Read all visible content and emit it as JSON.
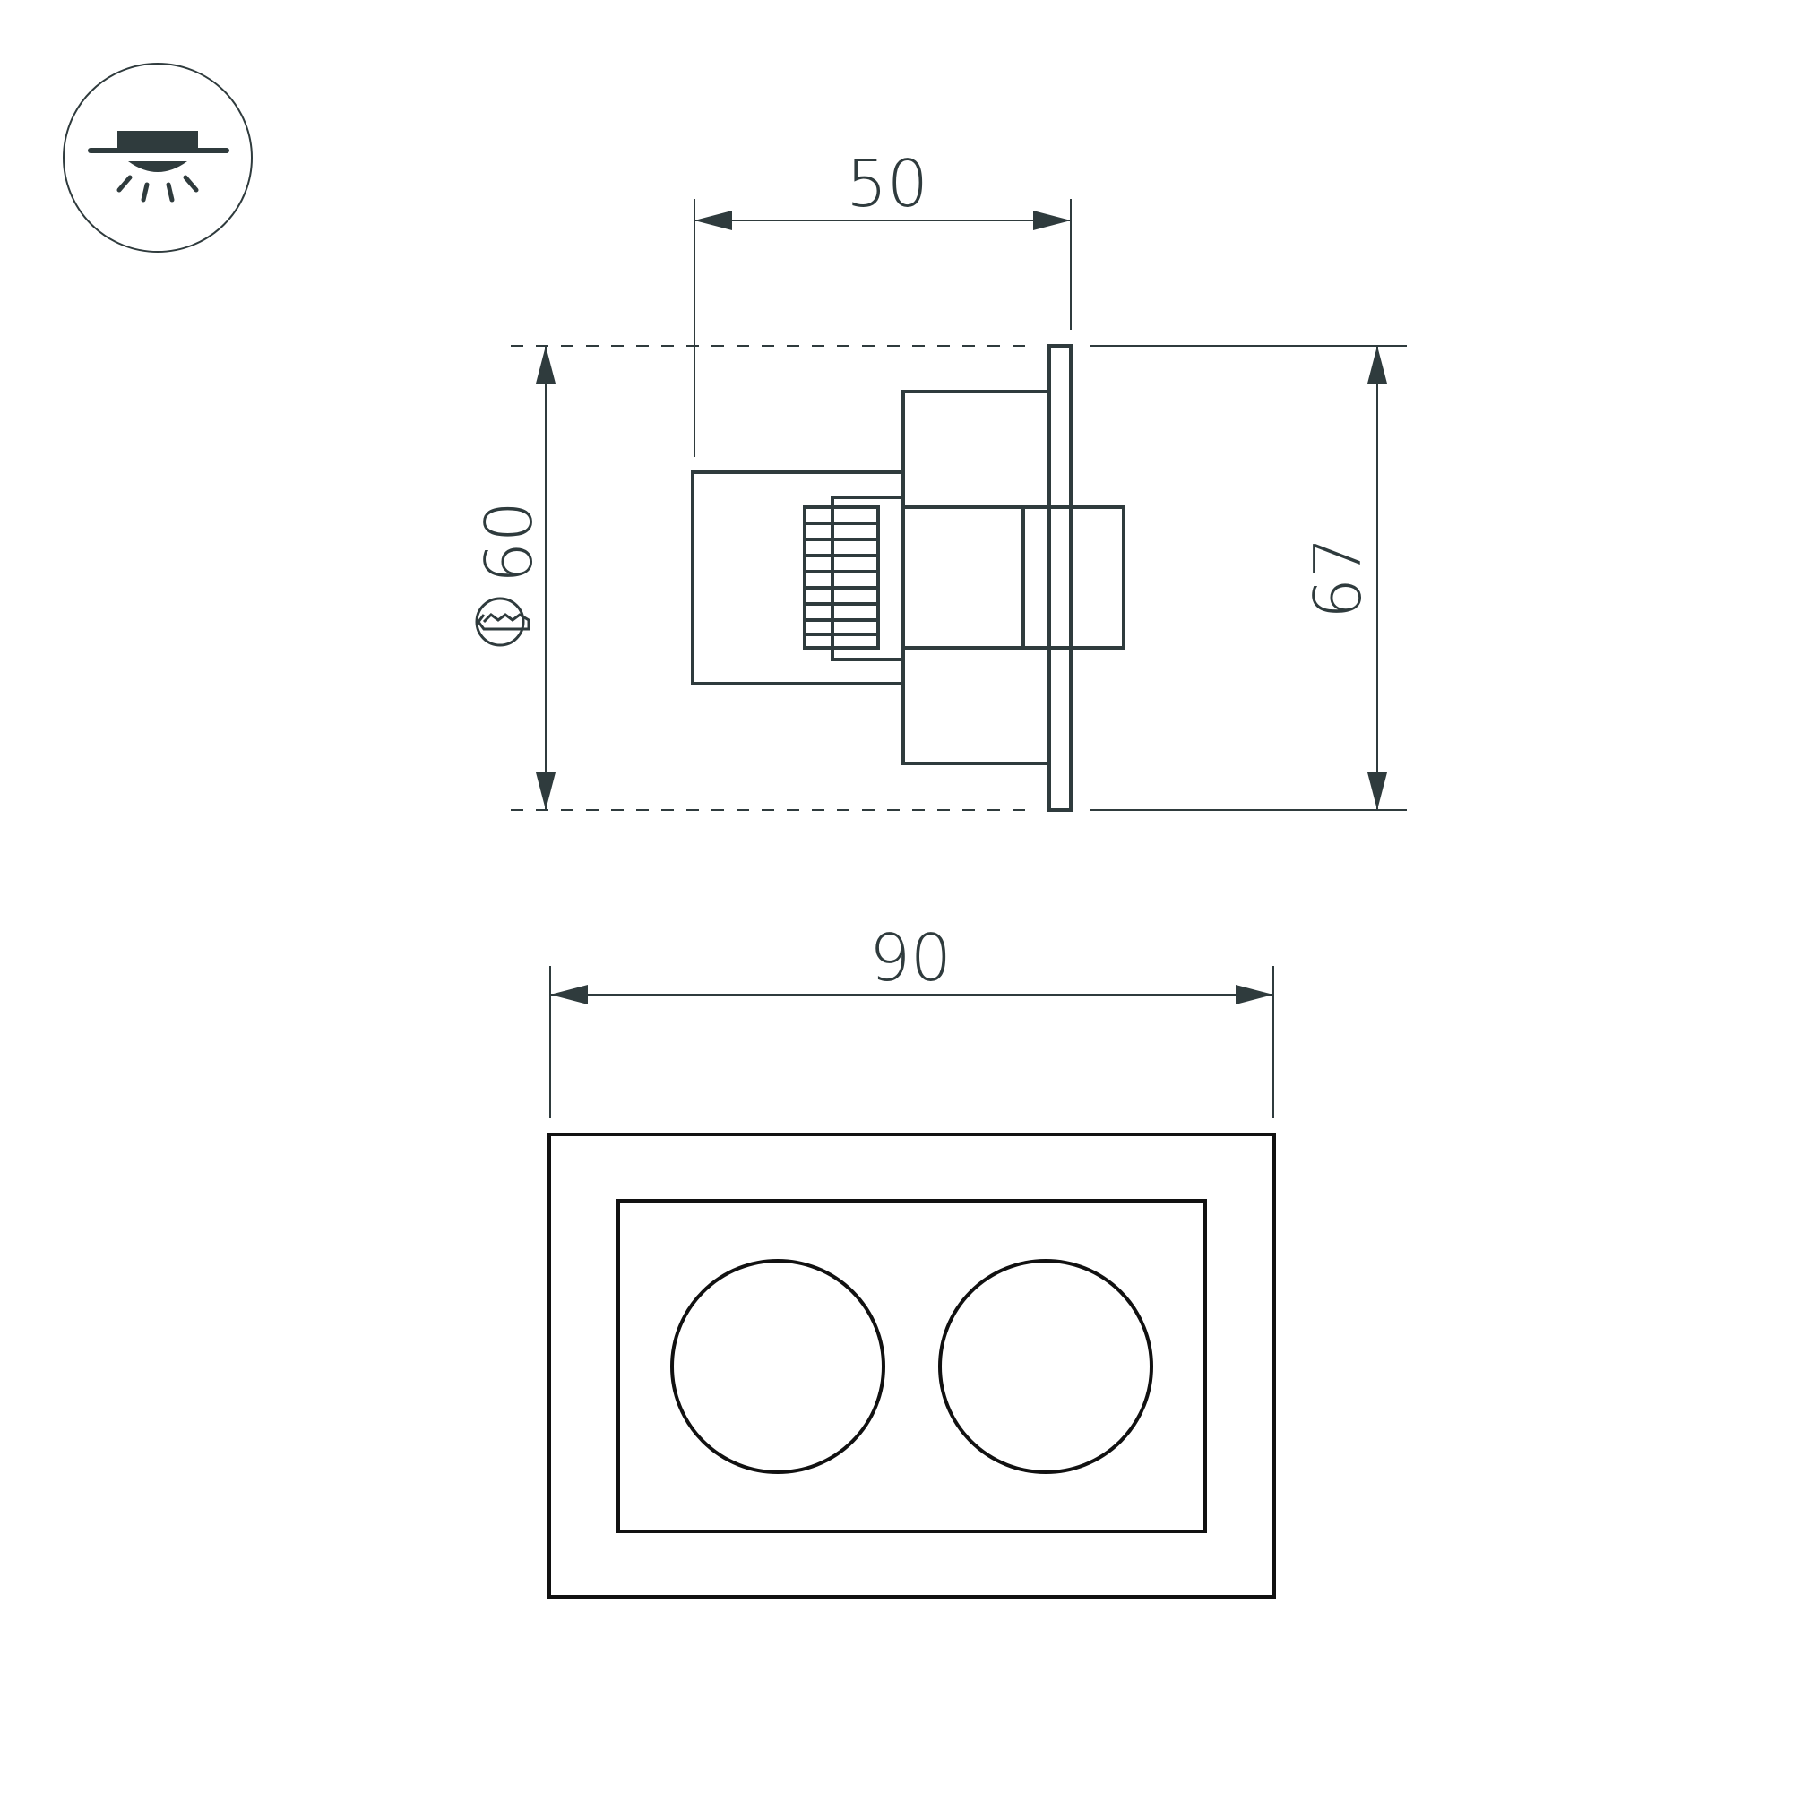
{
  "dimensions": {
    "depth": "50",
    "cutout": "60",
    "height": "67",
    "width": "90"
  },
  "icons": {
    "mounting": "recessed-ceiling-mount-icon",
    "cutout_symbol": "cutout-diameter-icon"
  },
  "colors": {
    "line": "#2f3b3d",
    "front_view": "#111111",
    "background": "#ffffff"
  }
}
